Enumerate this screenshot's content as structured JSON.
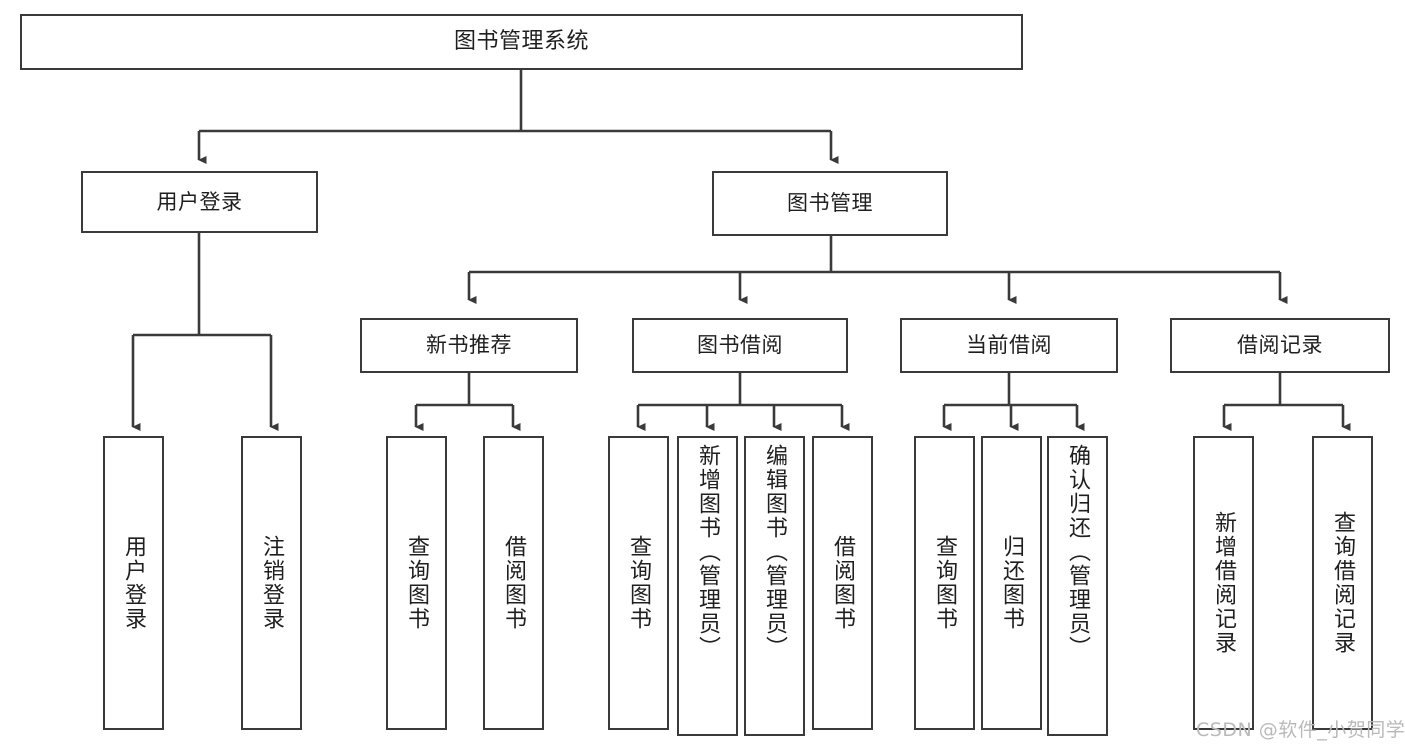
{
  "diagram": {
    "title": "图书管理系统",
    "type": "tree-hierarchy",
    "watermark": "CSDN @软件_小贺同学",
    "colors": {
      "stroke": "#3a3a3a",
      "fill": "#ffffff",
      "text": "#1f1f1f",
      "watermark": "#b9b9b9"
    },
    "nodes": {
      "root": {
        "label": "图书管理系统"
      },
      "level1": [
        {
          "label": "用户登录"
        },
        {
          "label": "图书管理"
        }
      ],
      "level2": [
        {
          "label": "新书推荐"
        },
        {
          "label": "图书借阅"
        },
        {
          "label": "当前借阅"
        },
        {
          "label": "借阅记录"
        }
      ],
      "leaves": [
        {
          "label": "用户登录",
          "parent": "用户登录"
        },
        {
          "label": "注销登录",
          "parent": "用户登录"
        },
        {
          "label": "查询图书",
          "parent": "新书推荐"
        },
        {
          "label": "借阅图书",
          "parent": "新书推荐"
        },
        {
          "label": "查询图书",
          "parent": "图书借阅"
        },
        {
          "label": "新增图书（管理员）",
          "parent": "图书借阅"
        },
        {
          "label": "编辑图书（管理员）",
          "parent": "图书借阅"
        },
        {
          "label": "借阅图书",
          "parent": "图书借阅"
        },
        {
          "label": "查询图书",
          "parent": "当前借阅"
        },
        {
          "label": "归还图书",
          "parent": "当前借阅"
        },
        {
          "label": "确认归还（管理员）",
          "parent": "当前借阅"
        },
        {
          "label": "新增借阅记录",
          "parent": "借阅记录"
        },
        {
          "label": "查询借阅记录",
          "parent": "借阅记录"
        }
      ]
    }
  }
}
